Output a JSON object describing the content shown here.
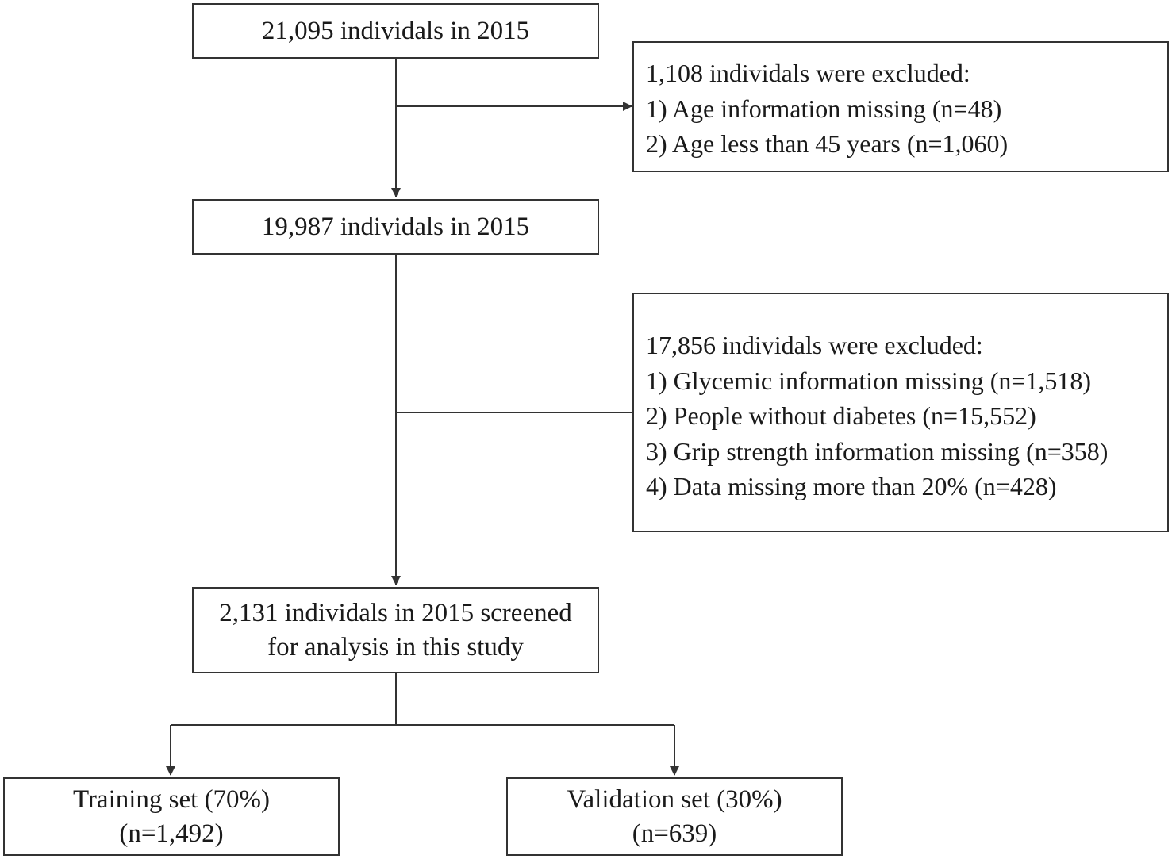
{
  "boxes": {
    "start": {
      "lines": [
        "21,095 individals in 2015"
      ]
    },
    "exclusion1": {
      "lines": [
        "1,108 individals were excluded:",
        "1) Age information missing (n=48)",
        "2) Age less than 45 years (n=1,060)"
      ]
    },
    "middle": {
      "lines": [
        "19,987 individals in 2015"
      ]
    },
    "exclusion2": {
      "lines": [
        "17,856 individals were excluded:",
        "1) Glycemic information missing (n=1,518)",
        "2) People without diabetes (n=15,552)",
        "3) Grip strength information missing (n=358)",
        "4) Data missing more than 20% (n=428)"
      ]
    },
    "final": {
      "lines": [
        "2,131 individals in 2015 screened",
        "for analysis in this study"
      ]
    },
    "training": {
      "lines": [
        "Training set (70%)",
        "(n=1,492)"
      ]
    },
    "validation": {
      "lines": [
        "Validation set (30%)",
        "(n=639)"
      ]
    }
  },
  "colors": {
    "line": "#333333",
    "border": "#333333",
    "text": "#1a1a1a"
  }
}
